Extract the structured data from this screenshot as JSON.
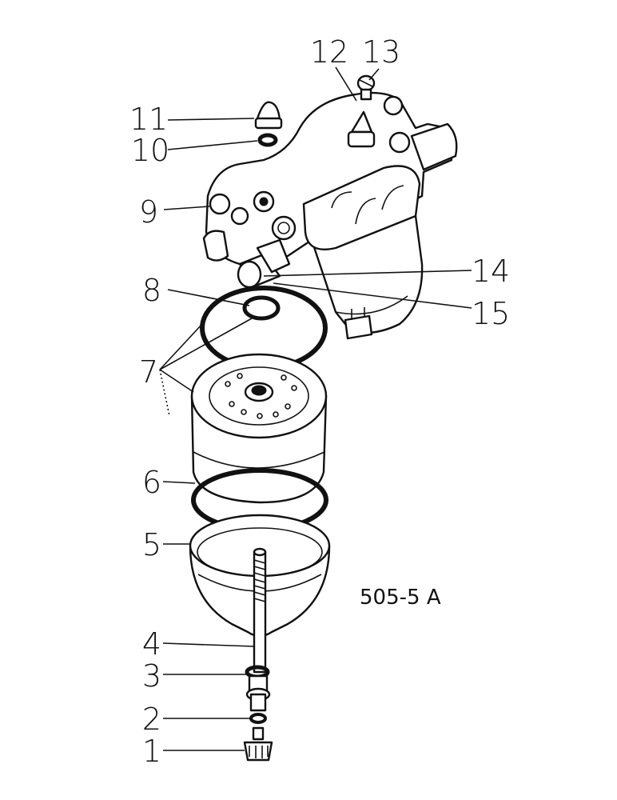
{
  "figure_code": "505-5 A",
  "callouts": {
    "c1": "1",
    "c2": "2",
    "c3": "3",
    "c4": "4",
    "c5": "5",
    "c6": "6",
    "c7": "7",
    "c8": "8",
    "c9": "9",
    "c10": "10",
    "c11": "11",
    "c12": "12",
    "c13": "13",
    "c14": "14",
    "c15": "15"
  }
}
